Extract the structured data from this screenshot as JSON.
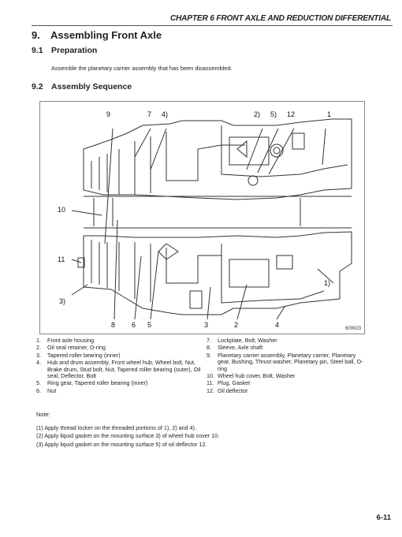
{
  "header": {
    "chapter": "CHAPTER 6 FRONT AXLE AND REDUCTION DIFFERENTIAL"
  },
  "title": {
    "number": "9.",
    "text": "Assembling Front Axle"
  },
  "sections": {
    "preparation": {
      "number": "9.1",
      "label": "Preparation",
      "text": "Assemble the planetary carrier assembly that has been disassembled."
    },
    "assembly": {
      "number": "9.2",
      "label": "Assembly Sequence"
    }
  },
  "figure": {
    "id": "609923",
    "callouts": {
      "c9": "9",
      "c7": "7",
      "c4p": "4)",
      "c2p": "2)",
      "c5p": "5)",
      "c12": "12",
      "c1": "1",
      "c10": "10",
      "c11": "11",
      "c3p": "3)",
      "c1p": "1)",
      "b8": "8",
      "b6": "6",
      "b5": "5",
      "b3": "3",
      "b2": "2",
      "b4": "4"
    }
  },
  "parts": {
    "left": [
      {
        "num": "1.",
        "text": "Front axle housing"
      },
      {
        "num": "2.",
        "text": "Oil seal retainer, O-ring"
      },
      {
        "num": "3.",
        "text": "Tapered roller bearing (inner)"
      },
      {
        "num": "4.",
        "text": "Hub and drum assembly, Front wheel hub, Wheel bolt, Nut, Brake drum, Stud bolt, Nut, Tapered roller bearing (outer), Oil seal, Deflector, Bolt"
      },
      {
        "num": "5.",
        "text": "Ring gear, Tapered roller bearing (inner)"
      },
      {
        "num": "6.",
        "text": "Nut"
      }
    ],
    "right": [
      {
        "num": "7.",
        "text": "Lockplate, Bolt, Washer"
      },
      {
        "num": "8.",
        "text": "Sleeve, Axle shaft"
      },
      {
        "num": "9.",
        "text": "Planetary carrier assembly, Planetary carrier, Planetary gear, Bushing, Thrust washer, Planetary pin, Steel ball, O-ring"
      },
      {
        "num": "10.",
        "text": "Wheel hub cover, Bolt, Washer"
      },
      {
        "num": "11.",
        "text": "Plug, Gasket"
      },
      {
        "num": "12.",
        "text": "Oil deflector"
      }
    ]
  },
  "notes": {
    "title": "Note:",
    "items": [
      "(1)  Apply thread locker on the threaded portions of 1), 2) and 4).",
      "(2)  Apply liquid gasket on the mounting surface 3) of wheel hub cover 10.",
      "(3)  Apply liquid gasket on the mounting surface 5) of oil deflector 12."
    ]
  },
  "page_number": "6-11"
}
